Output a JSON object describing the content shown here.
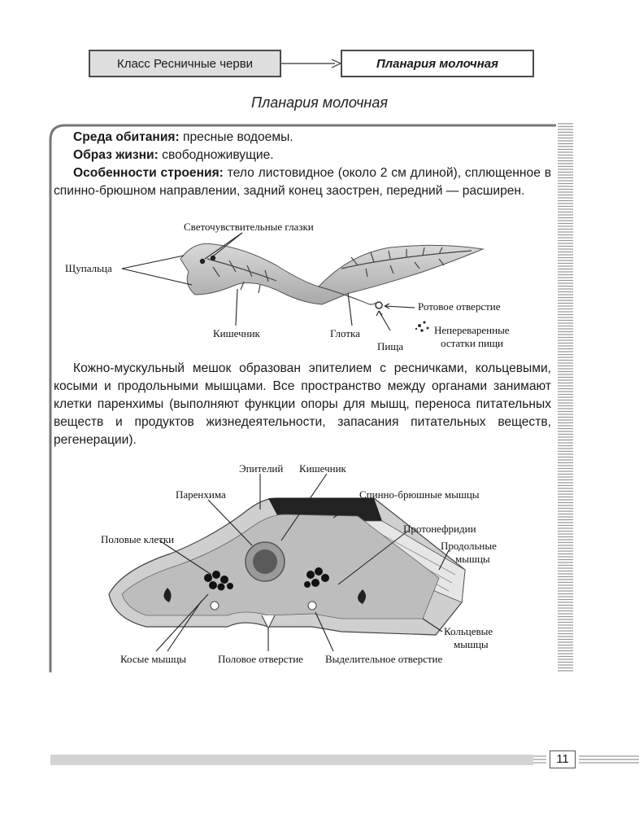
{
  "header": {
    "class_label": "Класс Ресничные черви",
    "species_label": "Планария молочная"
  },
  "page_title": "Планария молочная",
  "habitat": {
    "label": "Среда обитания:",
    "text": " пресные водоемы."
  },
  "lifestyle": {
    "label": "Образ жизни:",
    "text": " свободноживущие."
  },
  "structure": {
    "label": "Особенности строения:",
    "text": " тело листовидное (около 2 см длиной), сплющенное в спинно-брюшном направлении, задний конец заострен, передний — расширен."
  },
  "figure1": {
    "eyes": "Светочувствительные глазки",
    "tentacles": "Щупальца",
    "intestine": "Кишечник",
    "pharynx": "Глотка",
    "mouth": "Ротовое отверстие",
    "food": "Пища",
    "undigested_1": "Непереваренные",
    "undigested_2": "остатки пищи"
  },
  "muscle_paragraph": "Кожно-мускульный мешок образован эпителием с ресничками, кольцевыми, косыми и продольными мышцами. Все пространство между органами занимают клетки паренхимы (выполняют функции опоры для мышц, переноса питательных веществ и продуктов жизнедеятельности, запасания питательных веществ, регенерации).",
  "figure2": {
    "epithelium": "Эпителий",
    "intestine": "Кишечник",
    "parenchyma": "Паренхима",
    "dorsoventral": "Спинно-брюшные мышцы",
    "protonephridia": "Протонефридии",
    "sex_cells": "Половые клетки",
    "longitudinal_1": "Продольные",
    "longitudinal_2": "мышцы",
    "ring_1": "Кольцевые",
    "ring_2": "мышцы",
    "oblique": "Косые мышцы",
    "genital_pore": "Половое отверстие",
    "excretory_pore": "Выделительное отверстие"
  },
  "page_number": "11"
}
